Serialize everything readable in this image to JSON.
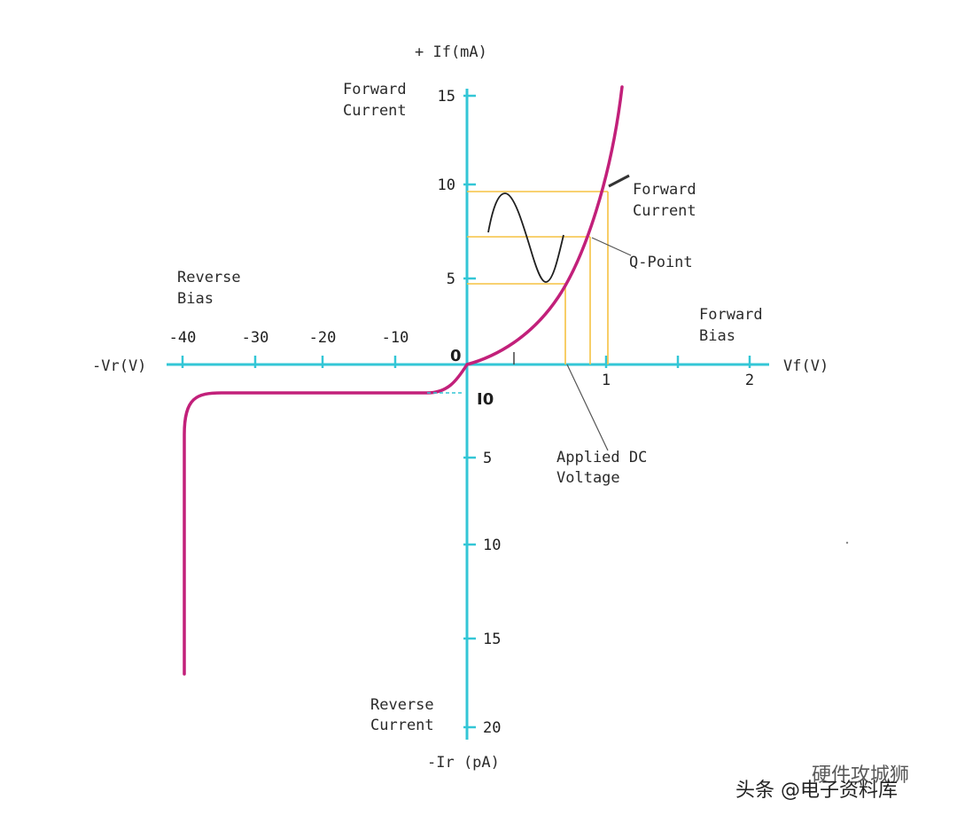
{
  "colors": {
    "axis": "#33c6d6",
    "curve": "#c2207a",
    "guide": "#f5c242",
    "text": "#2b2b2b",
    "signal": "#1f1f1f"
  },
  "axes": {
    "y_pos_label": "+ If(mA)",
    "y_neg_label": "-Ir (pA)",
    "x_neg_label": "-Vr(V)",
    "x_pos_label": "Vf(V)",
    "origin_label": "0",
    "leakage_label": "I0",
    "x_neg_ticks": [
      "-40",
      "-30",
      "-20",
      "-10"
    ],
    "x_pos_ticks": [
      "1",
      "2"
    ],
    "y_pos_ticks": [
      "15",
      "10",
      "5"
    ],
    "y_neg_ticks": [
      "5",
      "10",
      "15",
      "20"
    ]
  },
  "labels": {
    "forward_current_axis": [
      "Forward",
      "Current"
    ],
    "forward_current_curve": [
      "Forward",
      "Current"
    ],
    "q_point": "Q-Point",
    "reverse_bias": [
      "Reverse",
      "Bias"
    ],
    "forward_bias": [
      "Forward",
      "Bias"
    ],
    "applied_dc": [
      "Applied DC",
      "Voltage"
    ],
    "reverse_current": [
      "Reverse",
      "Current"
    ]
  },
  "watermark": "头条 @电子资料库",
  "watermark_overlay": "硬件攻城狮"
}
